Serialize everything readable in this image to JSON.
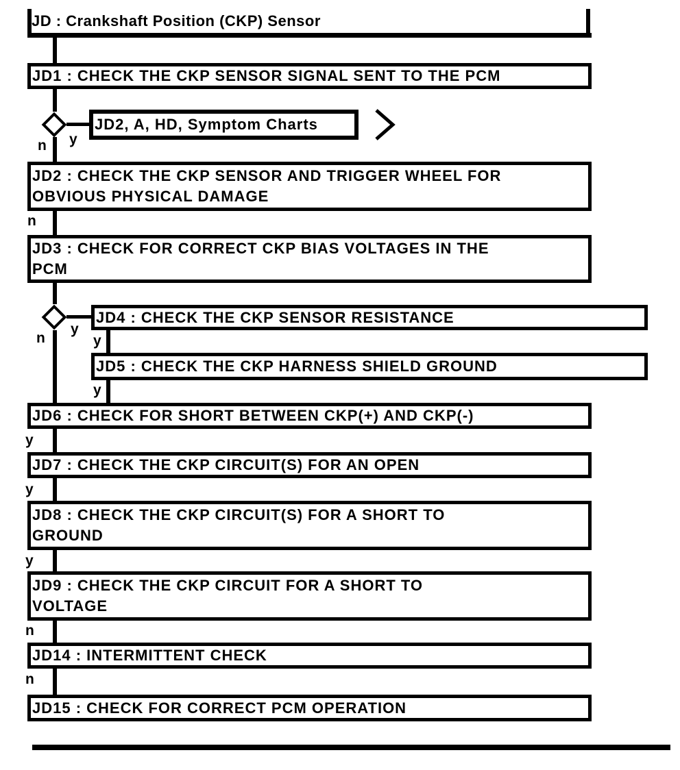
{
  "title": {
    "text": "JD : Crankshaft Position (CKP) Sensor"
  },
  "nodes": {
    "jd1": "JD1 : CHECK THE CKP SENSOR SIGNAL SENT TO THE PCM",
    "charts_ref": "JD2, A, HD, Symptom Charts",
    "jd2": "JD2 : CHECK THE CKP SENSOR AND TRIGGER WHEEL FOR\nOBVIOUS PHYSICAL DAMAGE",
    "jd3": "JD3 : CHECK FOR CORRECT CKP BIAS VOLTAGES IN THE\nPCM",
    "jd4": "JD4 : CHECK THE CKP SENSOR RESISTANCE",
    "jd5": "JD5 : CHECK THE CKP HARNESS SHIELD GROUND",
    "jd6": "JD6 : CHECK FOR SHORT BETWEEN CKP(+) AND CKP(-)",
    "jd7": "JD7 : CHECK THE CKP CIRCUIT(S) FOR AN OPEN",
    "jd8": "JD8 : CHECK THE CKP CIRCUIT(S) FOR A SHORT TO\nGROUND",
    "jd9": "JD9 : CHECK THE CKP CIRCUIT FOR A SHORT TO\nVOLTAGE",
    "jd14": "JD14 : INTERMITTENT CHECK",
    "jd15": "JD15 : CHECK FOR CORRECT PCM OPERATION"
  },
  "branch_labels": {
    "yes": "y",
    "no": "n"
  },
  "icons": {
    "offpage_connector": "chevron-right"
  },
  "colors": {
    "ink": "#000000",
    "paper": "#ffffff"
  }
}
